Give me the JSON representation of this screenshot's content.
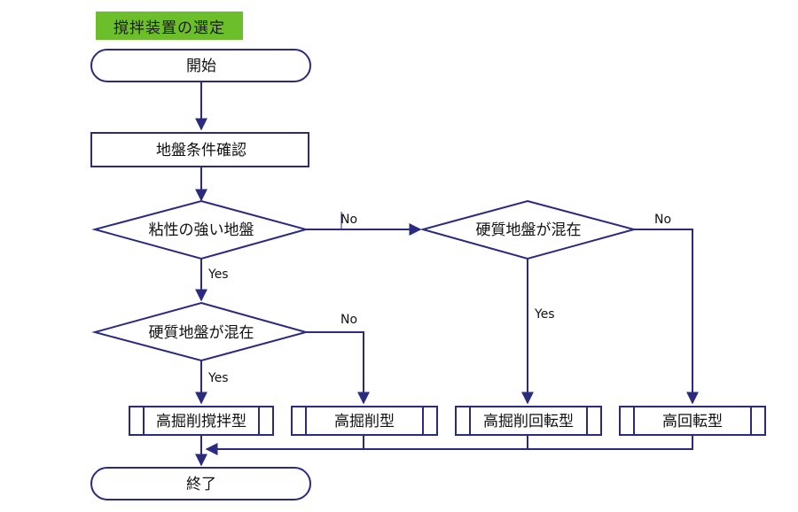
{
  "title": "撹拌装置の選定",
  "nodes": {
    "start": "開始",
    "check": "地盤条件確認",
    "q_clay": "粘性の強い地盤",
    "q_hard_left": "硬質地盤が混在",
    "q_hard_right": "硬質地盤が混在",
    "type_a": "高掘削撹拌型",
    "type_b": "高掘削型",
    "type_c": "高掘削回転型",
    "type_d": "高回転型",
    "end": "終了"
  },
  "edges": {
    "clay_yes": "Yes",
    "clay_no": "No",
    "hard_left_yes": "Yes",
    "hard_left_no": "No",
    "hard_right_yes": "Yes",
    "hard_right_no": "No"
  },
  "colors": {
    "title_bg": "#6cbf2b",
    "stroke": "#2a2a80"
  }
}
